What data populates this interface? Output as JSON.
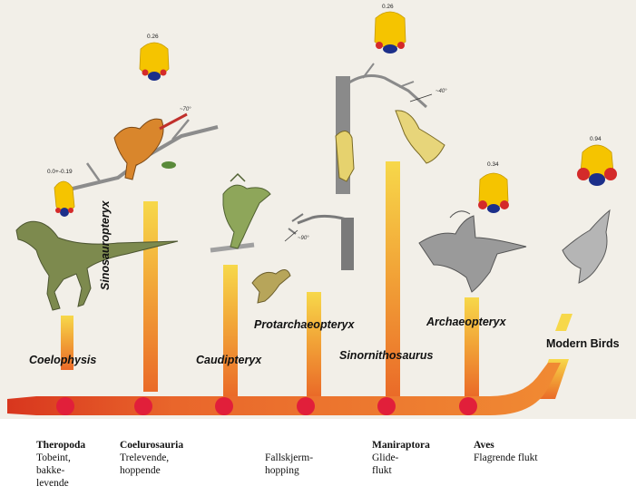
{
  "colors": {
    "trunk": "#e9662b",
    "trunk_dark": "#d84a1c",
    "node": "#e11f3a",
    "branch_top": "#f7d84a",
    "branch_bottom": "#ea6a28",
    "brain_yellow": "#f5c400",
    "brain_red": "#d42a2a",
    "brain_blue": "#1c2f8a",
    "background": "#f2efe8"
  },
  "taxa": {
    "coelophysis": "Coelophysis",
    "sinosauropteryx": "Sinosauropteryx",
    "caudipteryx": "Caudipteryx",
    "protarchaeopteryx": "Protarchaeopteryx",
    "sinornithosaurus": "Sinornithosaurus",
    "archaeopteryx": "Archaeopteryx",
    "modern_birds": "Modern Birds"
  },
  "brain_values": {
    "coelophysis": "0.0+-0.19",
    "sinosauropteryx": "0.26",
    "sinornithosaurus": "0.26",
    "archaeopteryx": "0.34",
    "modern_birds": "0.94"
  },
  "notes": {
    "sinosauropteryx_branch": "~70°",
    "protarchaeopteryx_branch": "~90°",
    "sinornithosaurus_branch": "~40°"
  },
  "groups": {
    "theropoda": {
      "name": "Theropoda",
      "desc": "Tobeint,\nbakke-\nlevende"
    },
    "coelurosauria": {
      "name": "Coelurosauria",
      "desc": "Trelevende,\nhoppende"
    },
    "fallskjerm": {
      "name": "",
      "desc": "Fallskjerm-\nhopping"
    },
    "maniraptora": {
      "name": "Maniraptora",
      "desc": "Glide-\nflukt"
    },
    "aves": {
      "name": "Aves",
      "desc": "Flagrende flukt"
    }
  }
}
